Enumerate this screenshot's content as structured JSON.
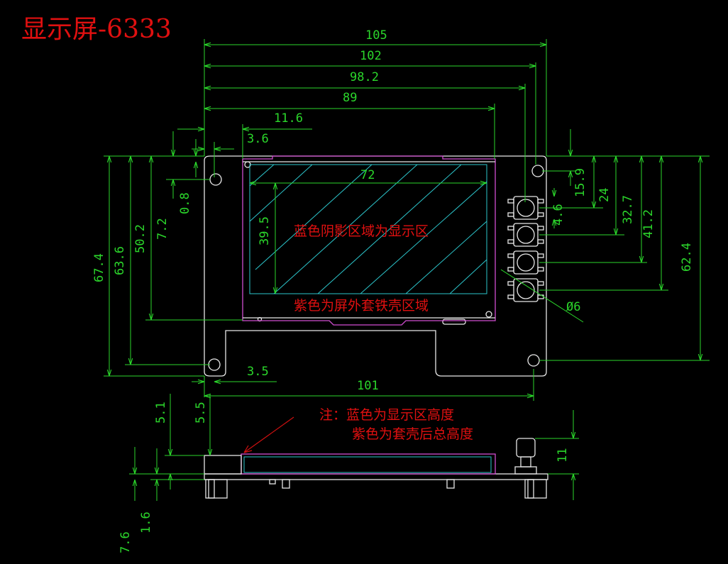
{
  "title": "显示屏-6333",
  "top_view": {
    "dims_horizontal": [
      "105",
      "102",
      "98.2",
      "89",
      "11.6",
      "3.6",
      "72",
      "3.5",
      "101"
    ],
    "dims_vertical_left": [
      "67.4",
      "63.6",
      "50.2",
      "7.2",
      "0.8",
      "39.5"
    ],
    "dims_vertical_right": [
      "15.9",
      "24",
      "4.6",
      "32.7",
      "41.2",
      "62.4"
    ],
    "button_diameter": "Ø6",
    "display_area_label": "蓝色阴影区域为显示区",
    "bezel_label": "紫色为屏外套铁壳区域"
  },
  "side_view": {
    "dims_vertical": [
      "5.1",
      "5.5",
      "11",
      "7.6",
      "1.6"
    ],
    "note_line1": "注：蓝色为显示区高度",
    "note_line2": "紫色为套壳后总高度"
  },
  "colors": {
    "dimension": "#2bd62b",
    "note": "#e01010",
    "outline": "#e8e8e8",
    "display_area": "#2cc6cc",
    "bezel": "#d14ed1",
    "background": "#000000"
  }
}
